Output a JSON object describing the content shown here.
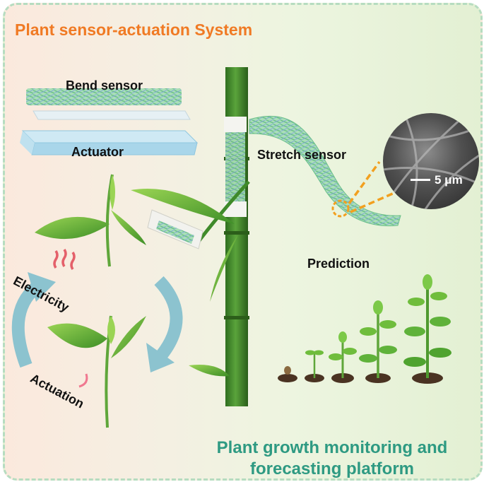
{
  "title": "Plant sensor-actuation System",
  "labels": {
    "bend_sensor": "Bend sensor",
    "actuator": "Actuator",
    "stretch_sensor": "Stretch sensor",
    "scale": "5 μm",
    "prediction": "Prediction",
    "electricity": "Electricity",
    "actuation": "Actuation"
  },
  "platform": {
    "line1": "Plant growth monitoring and",
    "line2": "forecasting platform"
  },
  "colors": {
    "title": "#f07a24",
    "platform": "#2e9a82",
    "stem": "#3c8a2a",
    "leaf": "#5fb23a",
    "arrow": "#8cc3cf",
    "fiber": "#8fd3a3"
  }
}
